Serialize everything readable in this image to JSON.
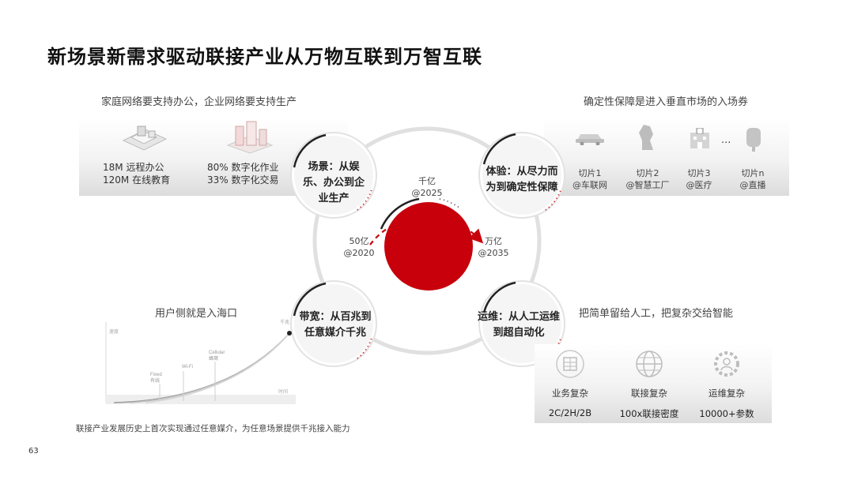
{
  "title": "新场景新需求驱动联接产业从万物互联到万智互联",
  "top_left": {
    "caption": "家庭网络要支持办公，企业网络要支持生产",
    "home": {
      "line1": "18M 远程办公",
      "line2": "120M 在线教育"
    },
    "enterprise": {
      "line1": "80% 数字化作业",
      "line2": "33% 数字化交易"
    }
  },
  "top_right": {
    "caption": "确定性保障是进入垂直市场的入场券",
    "ellipsis": "...",
    "slices": [
      {
        "name": "切片1",
        "label": "@车联网",
        "icon": "car-icon"
      },
      {
        "name": "切片2",
        "label": "@智慧工厂",
        "icon": "robot-arm-icon"
      },
      {
        "name": "切片3",
        "label": "@医疗",
        "icon": "hospital-icon"
      },
      {
        "name": "切片n",
        "label": "@直播",
        "icon": "live-stream-icon"
      }
    ]
  },
  "center": {
    "circles": {
      "top_left": "场景：从娱乐、办公到企业生产",
      "top_right": "体验：从尽力而为到确定性保障",
      "bottom_left": "带宽：从百兆到任意媒介千兆",
      "bottom_right": "运维：从人工运维到超自动化"
    },
    "milestones": [
      {
        "count": "50亿",
        "year": "@2020"
      },
      {
        "count": "千亿",
        "year": "@2025"
      },
      {
        "count": "万亿",
        "year": "@2035"
      }
    ],
    "accent_color": "#c7000b"
  },
  "bottom_left": {
    "caption": "用户侧就是入海口",
    "chart_labels": {
      "y_axis": "速度",
      "x_axis": "时间",
      "peak": "千兆",
      "fixed": "Fixed",
      "fixed_cn": "有线",
      "wifi": "Wi-Fi",
      "cellular": "Cellular",
      "cellular_cn": "蜂窝"
    },
    "footnote": "联接产业发展历史上首次实现通过任意媒介，为任意场景提供千兆接入能力"
  },
  "bottom_right": {
    "caption": "把简单留给人工，把复杂交给智能",
    "items": [
      {
        "label": "业务复杂",
        "value": "2C/2H/2B",
        "icon": "building-icon"
      },
      {
        "label": "联接复杂",
        "value": "100x联接密度",
        "icon": "globe-icon"
      },
      {
        "label": "运维复杂",
        "value": "10000+参数",
        "icon": "gear-person-icon"
      }
    ]
  },
  "page_number": "63"
}
